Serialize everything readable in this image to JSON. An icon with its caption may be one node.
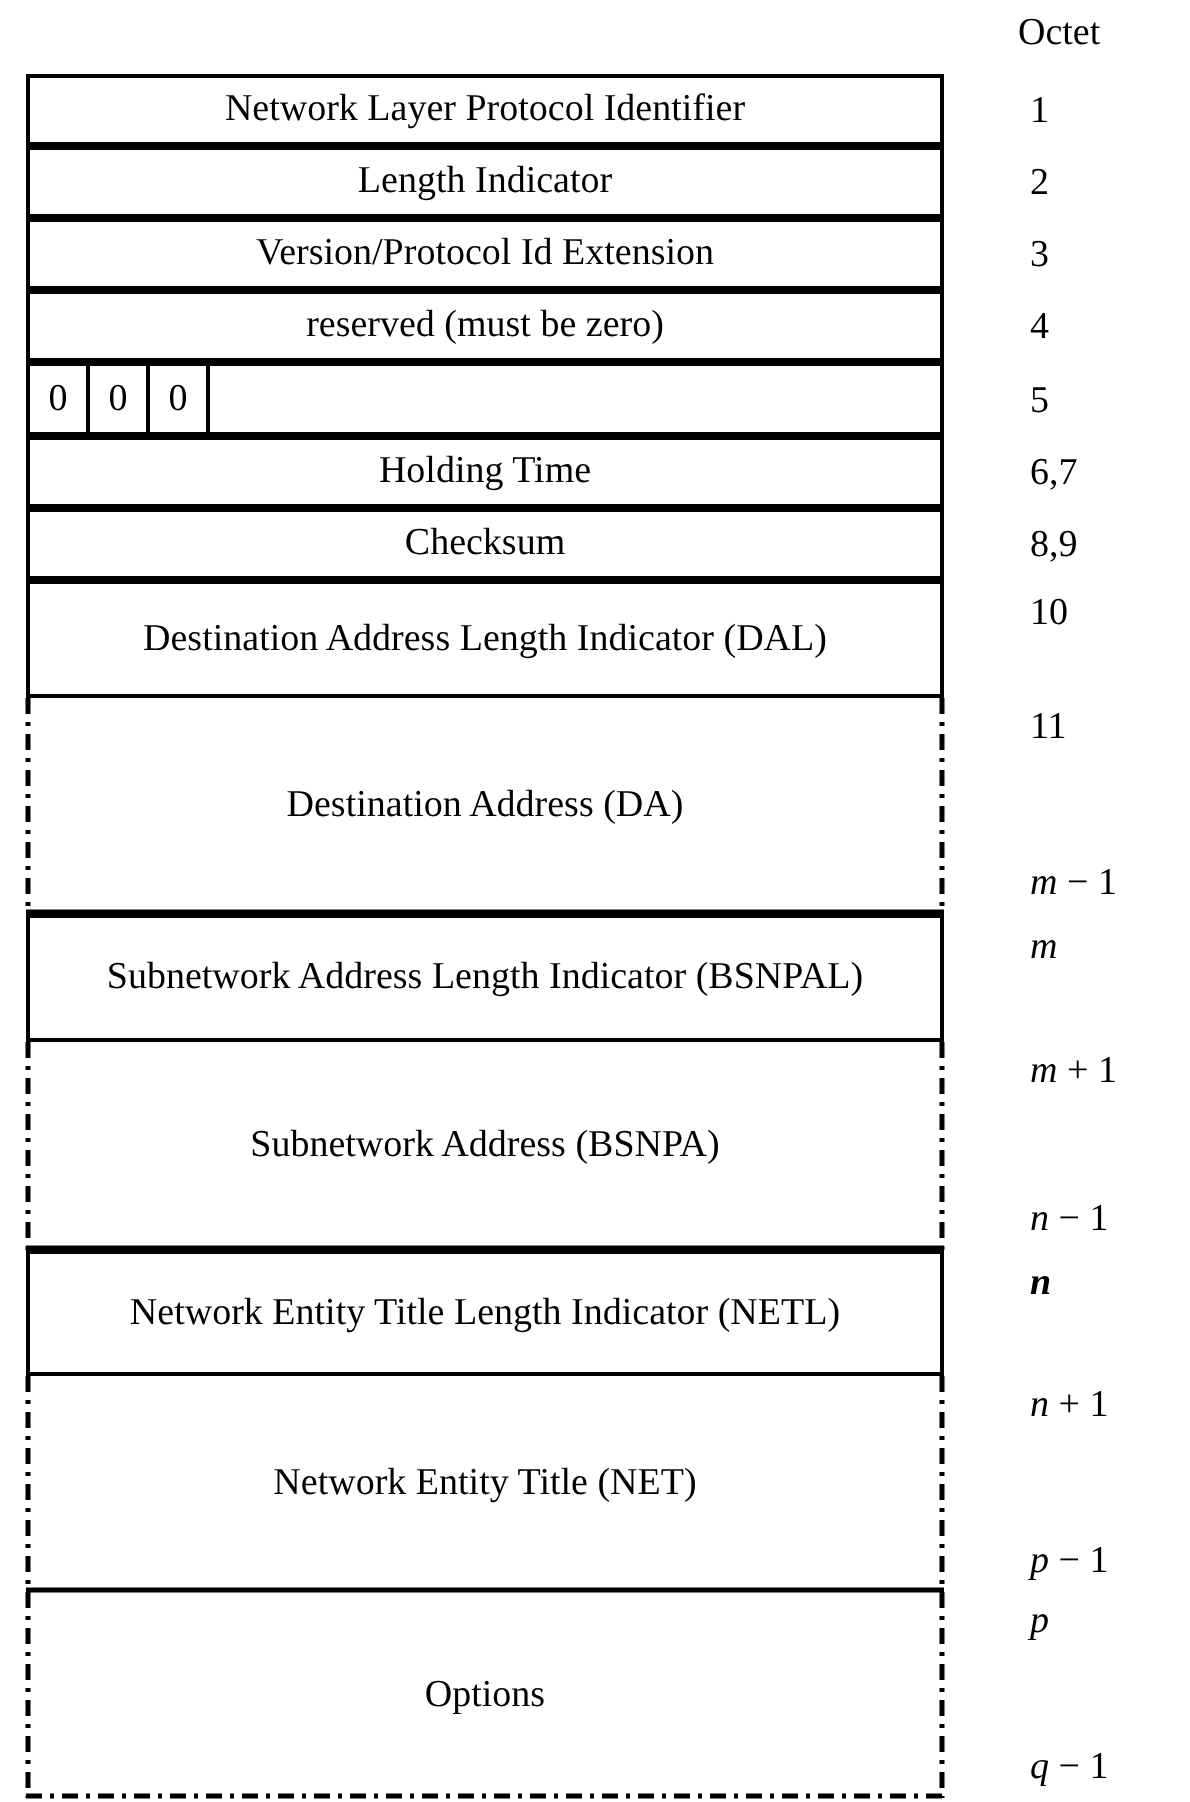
{
  "diagram": {
    "nodes": [
      {
        "text": [
          "Network Layer Protocol Identifier"
        ],
        "beside": [
          "1"
        ]
      },
      {
        "text": [
          "Length Indicator"
        ],
        "beside": [
          "2"
        ]
      },
      {
        "text": [
          "Version/Protocol Id Extension"
        ],
        "beside": [
          "3"
        ]
      },
      {
        "text": [
          "reserved (must be zero)"
        ],
        "beside": [
          "4"
        ]
      },
      {
        "text": [],
        "shape": "box",
        "beside": [
          "5"
        ]
      },
      {
        "text": [
          "0"
        ],
        "in": 4
      },
      {
        "text": [
          "0"
        ],
        "in": 4
      },
      {
        "text": [
          "0"
        ],
        "in": 4
      },
      {
        "text": [
          "Holding Time"
        ],
        "beside": [
          "6,7"
        ]
      },
      {
        "text": [
          "Checksum"
        ],
        "beside": [
          "8,9"
        ]
      },
      {
        "text": [
          "Destination Address  Length Indicator (DAL)"
        ],
        "beside": [
          "10"
        ]
      },
      {
        "text": [
          "Destination Address (DA)"
        ],
        "beside": [
          "11",
          "*m*  − 1"
        ]
      },
      {
        "text": [
          "Subnetwork Address  Length Indicator (BSNPAL)"
        ],
        "beside": [
          "*m*"
        ]
      },
      {
        "text": [
          "Subnetwork Address (BSNPA)"
        ],
        "beside": [
          "*m* + 1",
          "*n*  − 1"
        ]
      },
      {
        "text": [
          "Network Entity Title Length Indicator (NETL)"
        ],
        "beside": [
          "**n**"
        ]
      },
      {
        "text": [
          "Network Entity Title (NET)"
        ],
        "beside": [
          "*n* + 1",
          "*p*  − 1"
        ]
      },
      {
        "text": [
          "Options"
        ],
        "beside": [
          "*p*",
          "*q* − 1"
        ]
      }
    ],
    "labels": [
      "Octet"
    ]
  }
}
